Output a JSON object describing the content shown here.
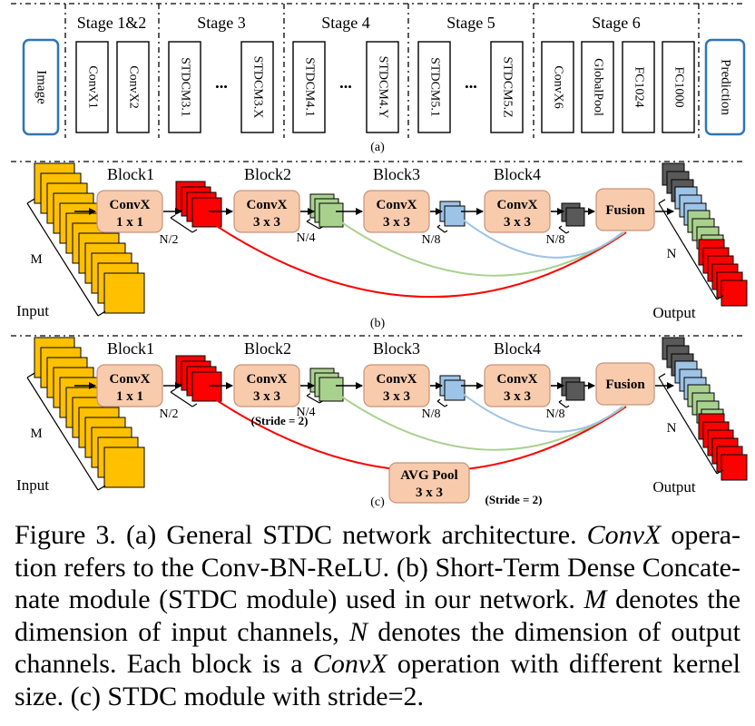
{
  "panel_a": {
    "input_label": "Image",
    "output_label": "Prediction",
    "stages": [
      {
        "name": "Stage 1&2",
        "boxes": [
          "ConvX1",
          "ConvX2"
        ]
      },
      {
        "name": "Stage 3",
        "boxes": [
          "STDCM3.1",
          "STDCM3.X"
        ]
      },
      {
        "name": "Stage 4",
        "boxes": [
          "STDCM4.1",
          "STDCM4.Y"
        ]
      },
      {
        "name": "Stage 5",
        "boxes": [
          "STDCM5.1",
          "STDCM5.Z"
        ]
      },
      {
        "name": "Stage 6",
        "boxes": [
          "ConvX6",
          "GlobalPool",
          "FC1024",
          "FC1000"
        ]
      }
    ],
    "ellipsis": "•••",
    "label": "(a)"
  },
  "panel_b": {
    "blocks": [
      "Block1",
      "Block2",
      "Block3",
      "Block4"
    ],
    "ops": [
      {
        "name": "ConvX",
        "kernel": "1 x 1"
      },
      {
        "name": "ConvX",
        "kernel": "3 x 3"
      },
      {
        "name": "ConvX",
        "kernel": "3 x 3"
      },
      {
        "name": "ConvX",
        "kernel": "3 x 3"
      }
    ],
    "fusion": "Fusion",
    "input_label": "Input",
    "output_label": "Output",
    "m_label": "M",
    "n_label": "N",
    "feature_labels": [
      "N/2",
      "N/4",
      "N/8",
      "N/8"
    ],
    "label": "(b)"
  },
  "panel_c": {
    "blocks": [
      "Block1",
      "Block2",
      "Block3",
      "Block4"
    ],
    "ops": [
      {
        "name": "ConvX",
        "kernel": "1 x 1"
      },
      {
        "name": "ConvX",
        "kernel": "3 x 3"
      },
      {
        "name": "ConvX",
        "kernel": "3 x 3"
      },
      {
        "name": "ConvX",
        "kernel": "3 x 3"
      }
    ],
    "stride_note": "(Stride = 2)",
    "fusion": "Fusion",
    "avg_pool": {
      "name": "AVG Pool",
      "kernel": "3 x 3",
      "stride": "(Stride = 2)"
    },
    "input_label": "Input",
    "output_label": "Output",
    "m_label": "M",
    "n_label": "N",
    "feature_labels": [
      "N/2",
      "N/4",
      "N/8",
      "N/8"
    ],
    "label": "(c)"
  },
  "colors": {
    "input": "#FFC000",
    "block1": "#FF0000",
    "block2": "#A9D18E",
    "block3": "#9DC3E6",
    "block4": "#595959",
    "op_fill": "#F8CBAD",
    "op_stroke": "#C5937B",
    "io_stroke": "#2E75B6"
  },
  "caption": {
    "figure": "Figure 3.",
    "part_a": "(a) General STDC network architecture.",
    "term1": "ConvX",
    "part_b": "opera­tion refers to the Conv-BN-ReLU. (b) Short-Term Dense Concate­nate module (STDC module) used in our network.",
    "term_m": "M",
    "part_c": "denotes the dimension of input channels,",
    "term_n": "N",
    "part_d": "denotes the dimension of output channels. Each block is a",
    "term2": "ConvX",
    "part_e": "operation with different kernel size. (c) STDC module with stride=2."
  }
}
